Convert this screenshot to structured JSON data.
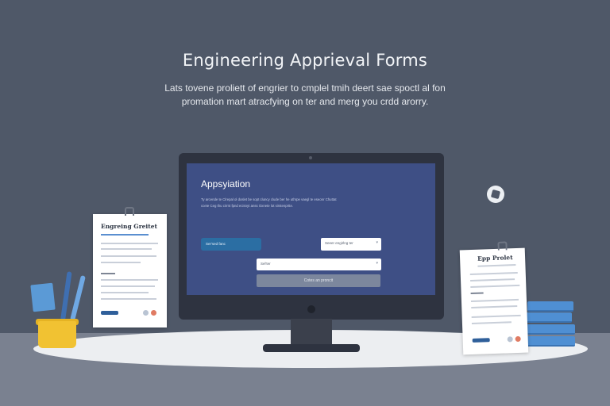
{
  "hero": {
    "title": "Engineering Apprieval Forms",
    "subtitle": "Lats tovene proliett of engrier to cmplel tmih deert sae spoctl al fon promation mart atracfying on ter and merg you crdd arorry."
  },
  "monitor_screen": {
    "title": "Appsyiation",
    "description": "Ty arcende te Clrepal ol doslet be sopt cluncy clude ber he uthrpe vaegl te eseonr Chuttat ccete Ceg thu cirrnt fpnd ecisnyt anss Oxnete lot sirstenprtte.",
    "primary_button": "Ser'sed fanc",
    "field_top": "Seeer engirlng ter",
    "field_bottom": "Sel'ter",
    "submit_button": "Cotes an proncit"
  },
  "doc_left": {
    "title": "Engreing Greitet"
  },
  "doc_right": {
    "title": "Epp Prolet"
  },
  "colors": {
    "background": "#4f5868",
    "screen": "#3e4f85",
    "primary": "#2b6ea3",
    "pot": "#f1c232",
    "accent_blue": "#4f8fd3"
  },
  "icons": [
    "help-icon",
    "paper-clip-icon",
    "chevron-down-icon"
  ]
}
